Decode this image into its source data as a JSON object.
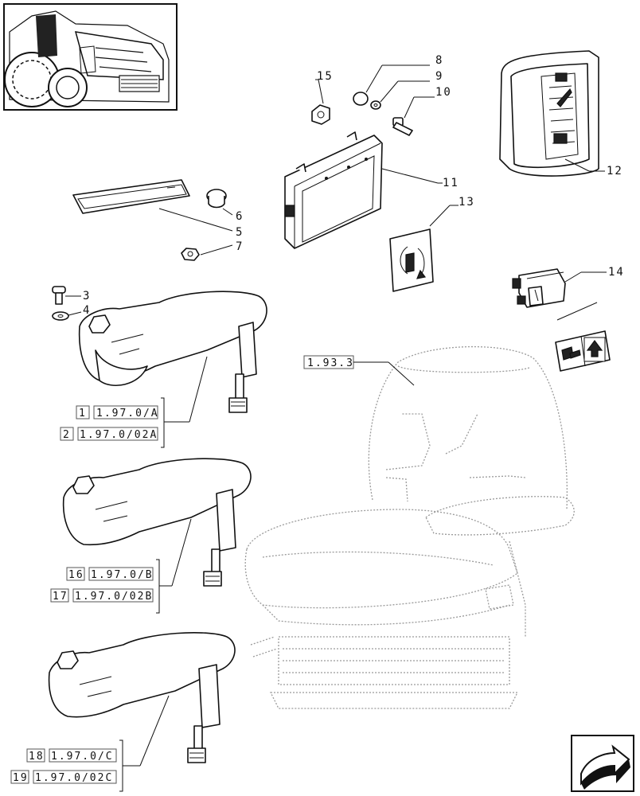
{
  "callouts": {
    "c3": "3",
    "c4": "4",
    "c5": "5",
    "c6": "6",
    "c7": "7",
    "c8": "8",
    "c9": "9",
    "c10": "10",
    "c11": "11",
    "c12": "12",
    "c13": "13",
    "c14": "14",
    "c15": "15"
  },
  "seat_ref": "1.93.3",
  "armrest_refs": [
    {
      "num": "1",
      "code": "1.97.0/A"
    },
    {
      "num": "2",
      "code": "1.97.0/02A"
    },
    {
      "num": "16",
      "code": "1.97.0/B"
    },
    {
      "num": "17",
      "code": "1.97.0/02B"
    },
    {
      "num": "18",
      "code": "1.97.0/C"
    },
    {
      "num": "19",
      "code": "1.97.0/02C"
    }
  ],
  "icons": [
    "tractor-thumbnail-icon",
    "next-page-arrow-icon",
    "reverse-direction-icon",
    "shuttle-arrow-icon"
  ]
}
